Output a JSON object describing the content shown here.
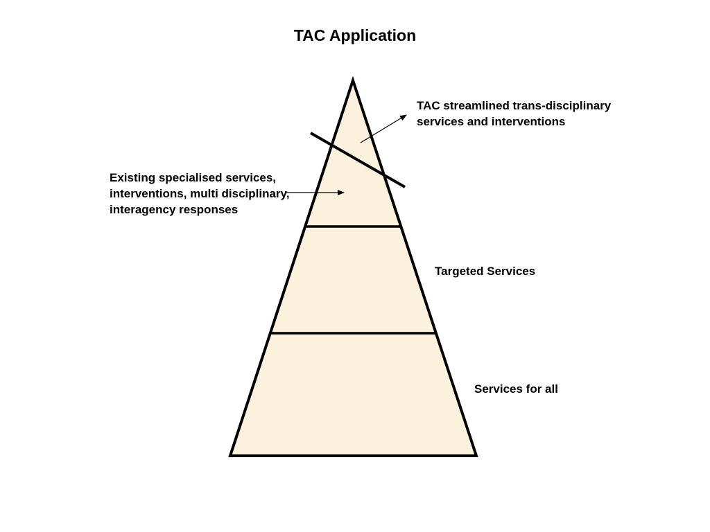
{
  "title": "TAC Application",
  "colors": {
    "pyramid_fill": "#fbf1dc",
    "outline": "#000000"
  },
  "labels": {
    "tac_streamlined": {
      "line1": "TAC streamlined  trans-disciplinary",
      "line2": "services and interventions"
    },
    "existing": {
      "line1": "Existing specialised services,",
      "line2": "interventions, multi disciplinary,",
      "line3": "interagency responses"
    },
    "targeted": "Targeted Services",
    "services_for_all": "Services for all"
  },
  "tiers": [
    "Existing specialised services",
    "Targeted Services",
    "Services for all"
  ]
}
